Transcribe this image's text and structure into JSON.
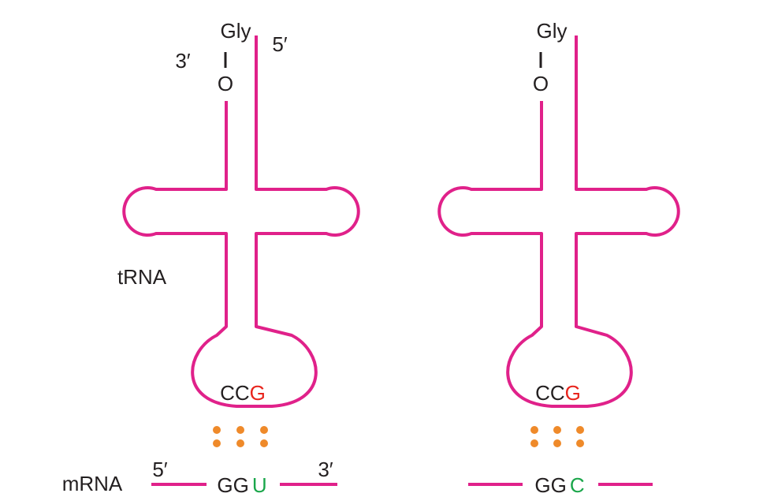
{
  "colors": {
    "trna": "#e0218a",
    "mrna": "#e0218a",
    "wobble_anticodon": "#e8241c",
    "wobble_codon": "#1aa64a",
    "pairing_dots": "#ef8a2a",
    "text": "#231f20"
  },
  "labels": {
    "trna": "tRNA",
    "mrna": "mRNA"
  },
  "left": {
    "amino_acid": "Gly",
    "link": "O",
    "three_prime": "3′",
    "five_prime": "5′",
    "anticodon_prefix": "CC",
    "anticodon_wobble": "G",
    "codon_prefix": "GG",
    "codon_wobble": "U",
    "mrna_five_prime": "5′",
    "mrna_three_prime": "3′"
  },
  "right": {
    "amino_acid": "Gly",
    "link": "O",
    "anticodon_prefix": "CC",
    "anticodon_wobble": "G",
    "codon_prefix": "GG",
    "codon_wobble": "C"
  }
}
